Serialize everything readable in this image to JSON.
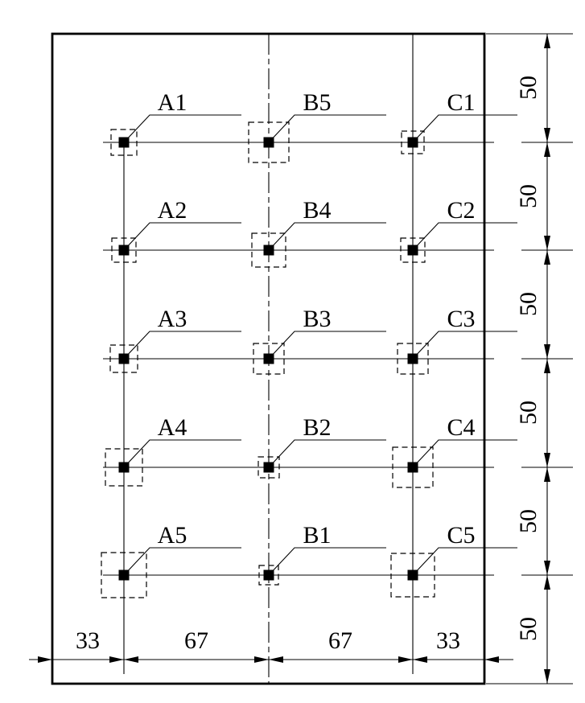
{
  "page": {
    "background": "#ffffff",
    "line_color": "#000000"
  },
  "drawing": {
    "points": [
      {
        "label": "A1"
      },
      {
        "label": "B5"
      },
      {
        "label": "C1"
      },
      {
        "label": "A2"
      },
      {
        "label": "B4"
      },
      {
        "label": "C2"
      },
      {
        "label": "A3"
      },
      {
        "label": "B3"
      },
      {
        "label": "C3"
      },
      {
        "label": "A4"
      },
      {
        "label": "B2"
      },
      {
        "label": "C4"
      },
      {
        "label": "A5"
      },
      {
        "label": "B1"
      },
      {
        "label": "C5"
      }
    ],
    "dims_right": [
      "50",
      "50",
      "50",
      "50",
      "50",
      "50"
    ],
    "dims_bottom": [
      "33",
      "67",
      "67",
      "33"
    ]
  }
}
